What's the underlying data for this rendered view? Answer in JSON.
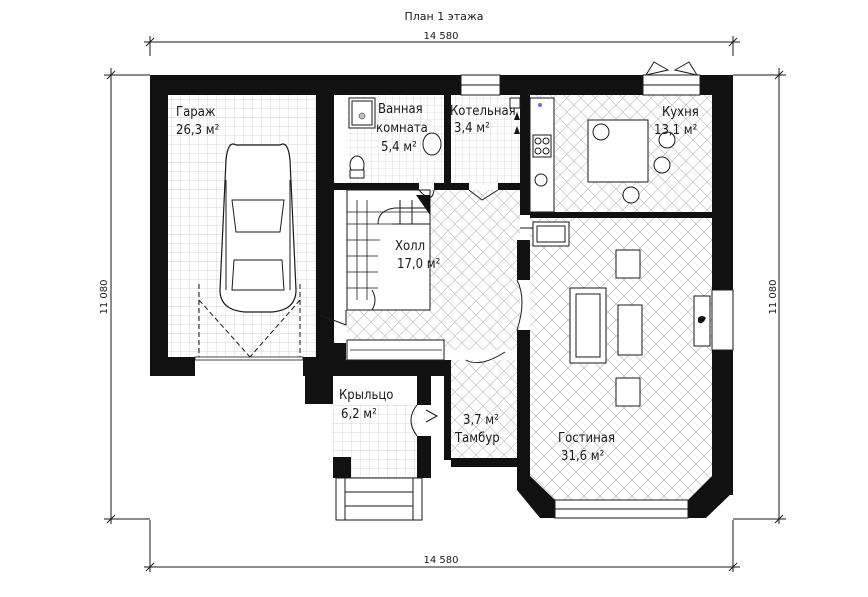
{
  "title": "План 1 этажа",
  "dimensions": {
    "top": "14 580",
    "bottom": "14 580",
    "left": "11 080",
    "right": "11 080"
  },
  "rooms": [
    {
      "key": "garage",
      "name": "Гараж",
      "area": "26,3 м²"
    },
    {
      "key": "bathroom",
      "name_line1": "Ванная",
      "name_line2": "комната",
      "area": "5,4 м²"
    },
    {
      "key": "boiler",
      "name": "Котельная",
      "area": "3,4 м²"
    },
    {
      "key": "kitchen",
      "name": "Кухня",
      "area": "13,1 м²"
    },
    {
      "key": "hall",
      "name": "Холл",
      "area": "17,0 м²"
    },
    {
      "key": "porch",
      "name": "Крыльцо",
      "area": "6,2 м²"
    },
    {
      "key": "vestibule",
      "name": "Тамбур",
      "area": "3,7 м²"
    },
    {
      "key": "living",
      "name": "Гостиная",
      "area": "31,6 м²"
    }
  ],
  "colors": {
    "wall": "#111111",
    "tile_grid": "#c8c8c8",
    "parquet": "#bdbdbd",
    "line": "#1a1a1a"
  }
}
